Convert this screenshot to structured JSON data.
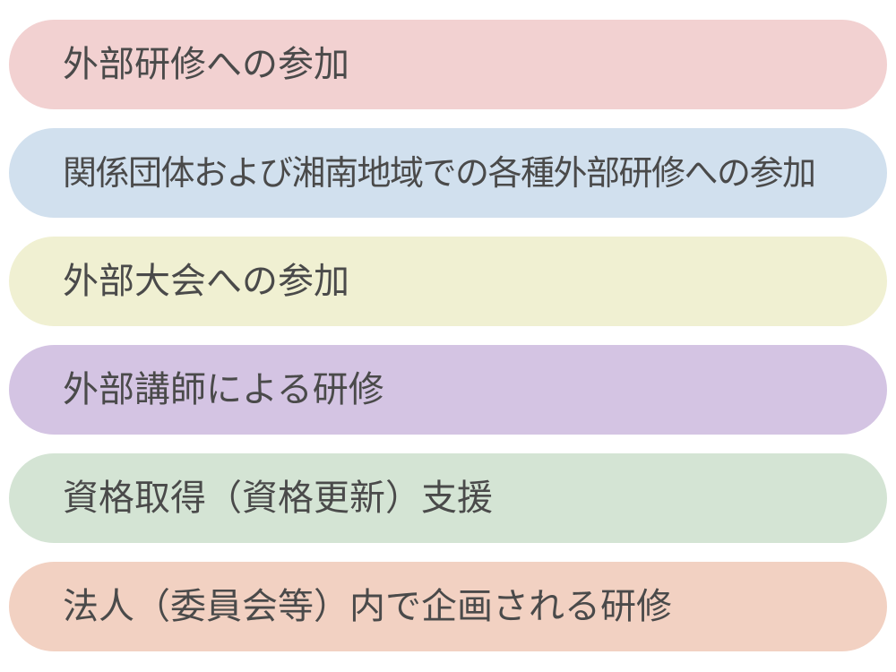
{
  "items": [
    {
      "label": "外部研修への参加",
      "color": "#f2d1d1"
    },
    {
      "label": "関係団体および湘南地域での各種外部研修への参加",
      "color": "#d1e0ee"
    },
    {
      "label": "外部大会への参加",
      "color": "#f0f0d2"
    },
    {
      "label": "外部講師による研修",
      "color": "#d4c4e3"
    },
    {
      "label": "資格取得（資格更新）支援",
      "color": "#d4e4d4"
    },
    {
      "label": "法人（委員会等）内で企画される研修",
      "color": "#f2d1c2"
    }
  ]
}
